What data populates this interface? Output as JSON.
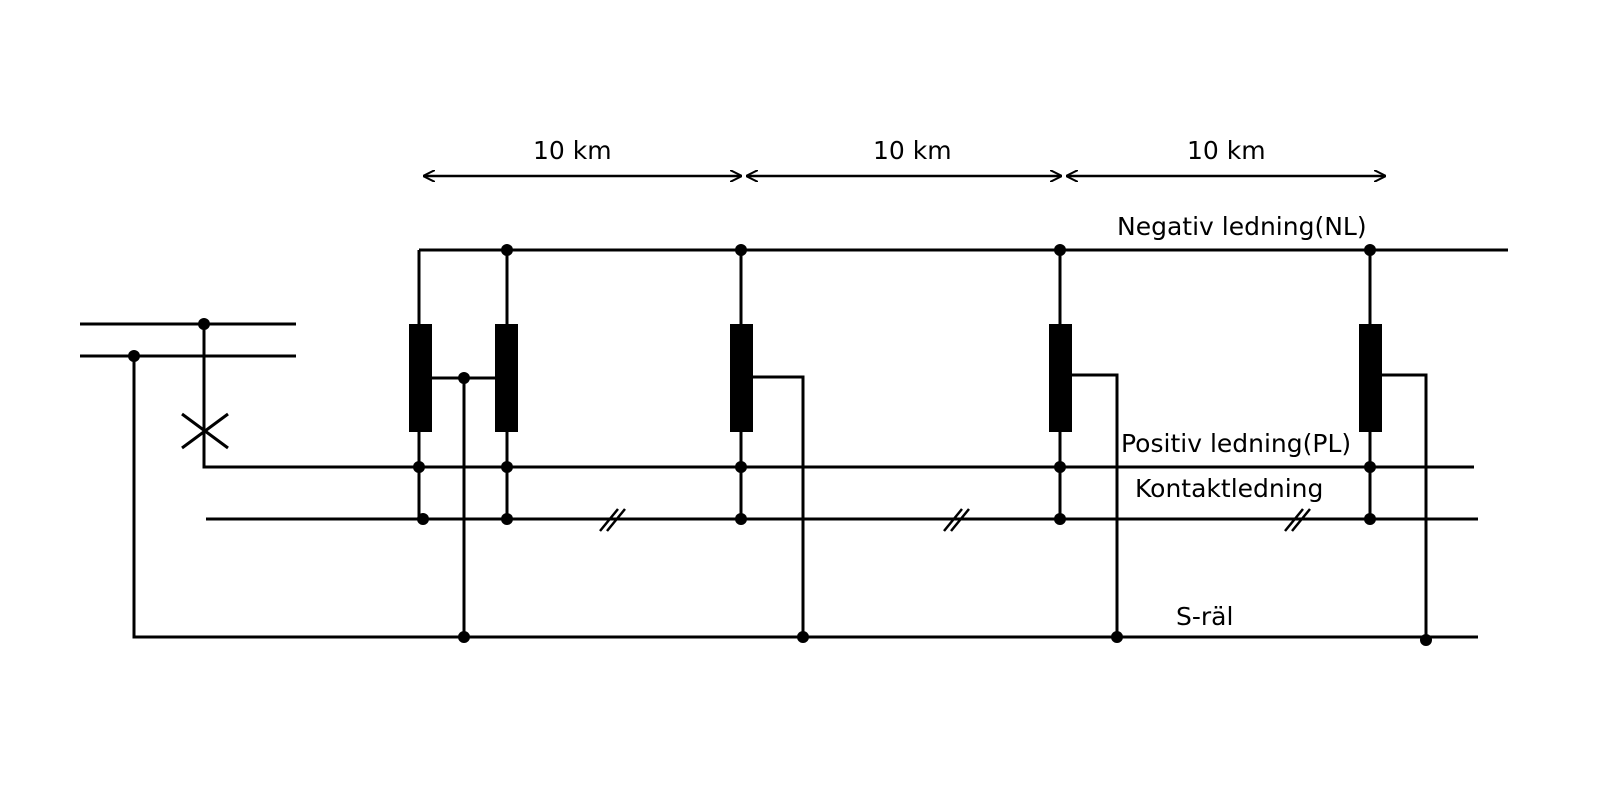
{
  "diagram": {
    "spans": [
      "10 km",
      "10 km",
      "10 km"
    ],
    "conductors": {
      "negative": "Negativ ledning(NL)",
      "positive": "Positiv ledning(PL)",
      "contact": "Kontaktledning",
      "rail": "S-räl"
    },
    "line_color": "#000000"
  }
}
